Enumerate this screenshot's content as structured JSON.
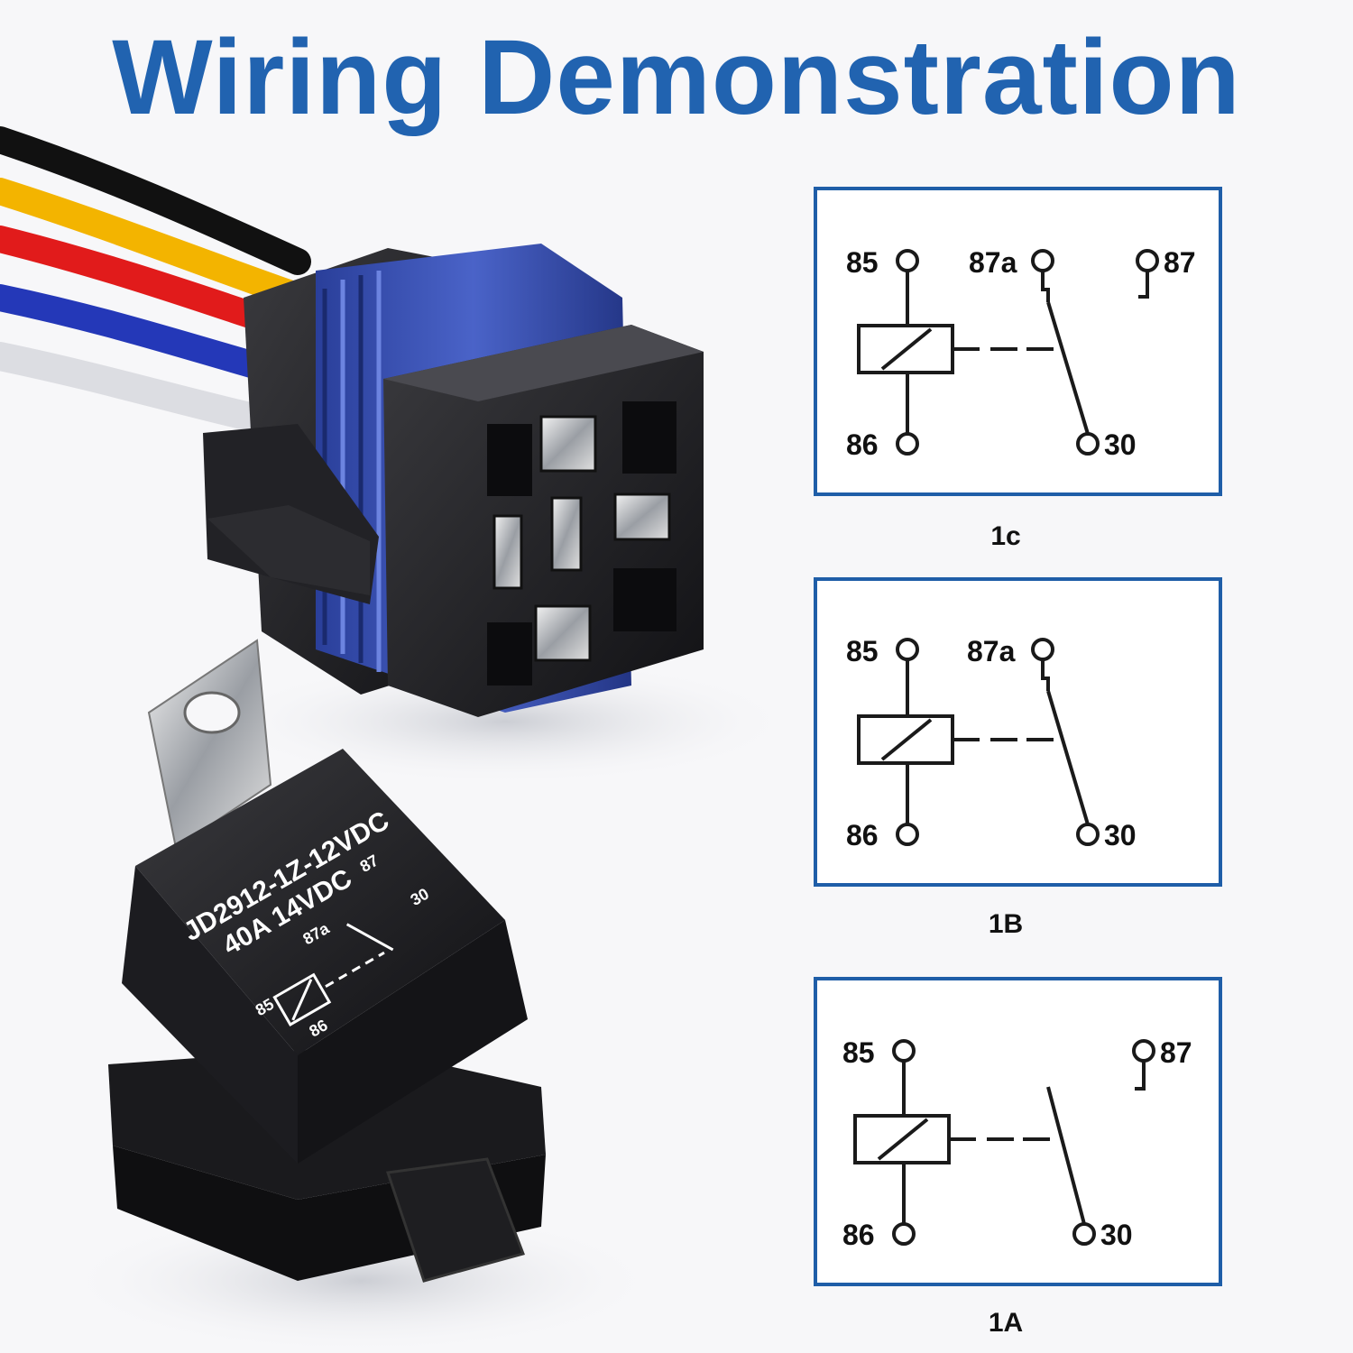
{
  "title": "Wiring Demonstration",
  "colors": {
    "title": "#2163b0",
    "border": "#1f5ea8"
  },
  "relay_label": {
    "line1": "JD2912-1Z-12VDC",
    "line2": "40A  14VDC"
  },
  "relay_face_pins": {
    "p85": "85",
    "p86": "86",
    "p87": "87",
    "p87a": "87a",
    "p30": "30"
  },
  "diagrams": [
    {
      "caption": "1c",
      "t85": "85",
      "t86": "86",
      "t87a": "87a",
      "t87": "87",
      "t30": "30"
    },
    {
      "caption": "1B",
      "t85": "85",
      "t86": "86",
      "t87a": "87a",
      "t30": "30"
    },
    {
      "caption": "1A",
      "t85": "85",
      "t86": "86",
      "t87": "87",
      "t30": "30"
    }
  ]
}
